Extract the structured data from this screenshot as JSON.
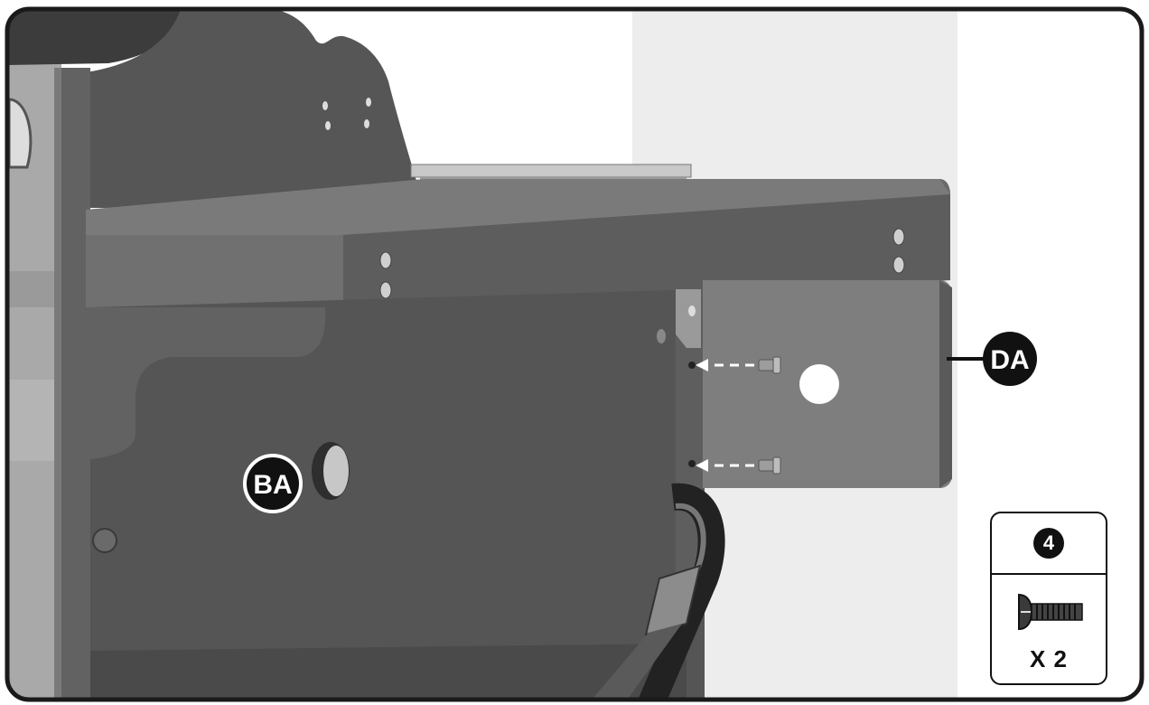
{
  "callouts": {
    "da": "DA",
    "ba": "BA"
  },
  "hardware": {
    "step": "4",
    "quantity": "X 2",
    "icon": "screw-icon"
  },
  "colors": {
    "frame": "#1a1a1a",
    "panel_dark": "#4a4a4a",
    "panel_light": "#7e7e7e",
    "callout_fill": "#111111"
  }
}
